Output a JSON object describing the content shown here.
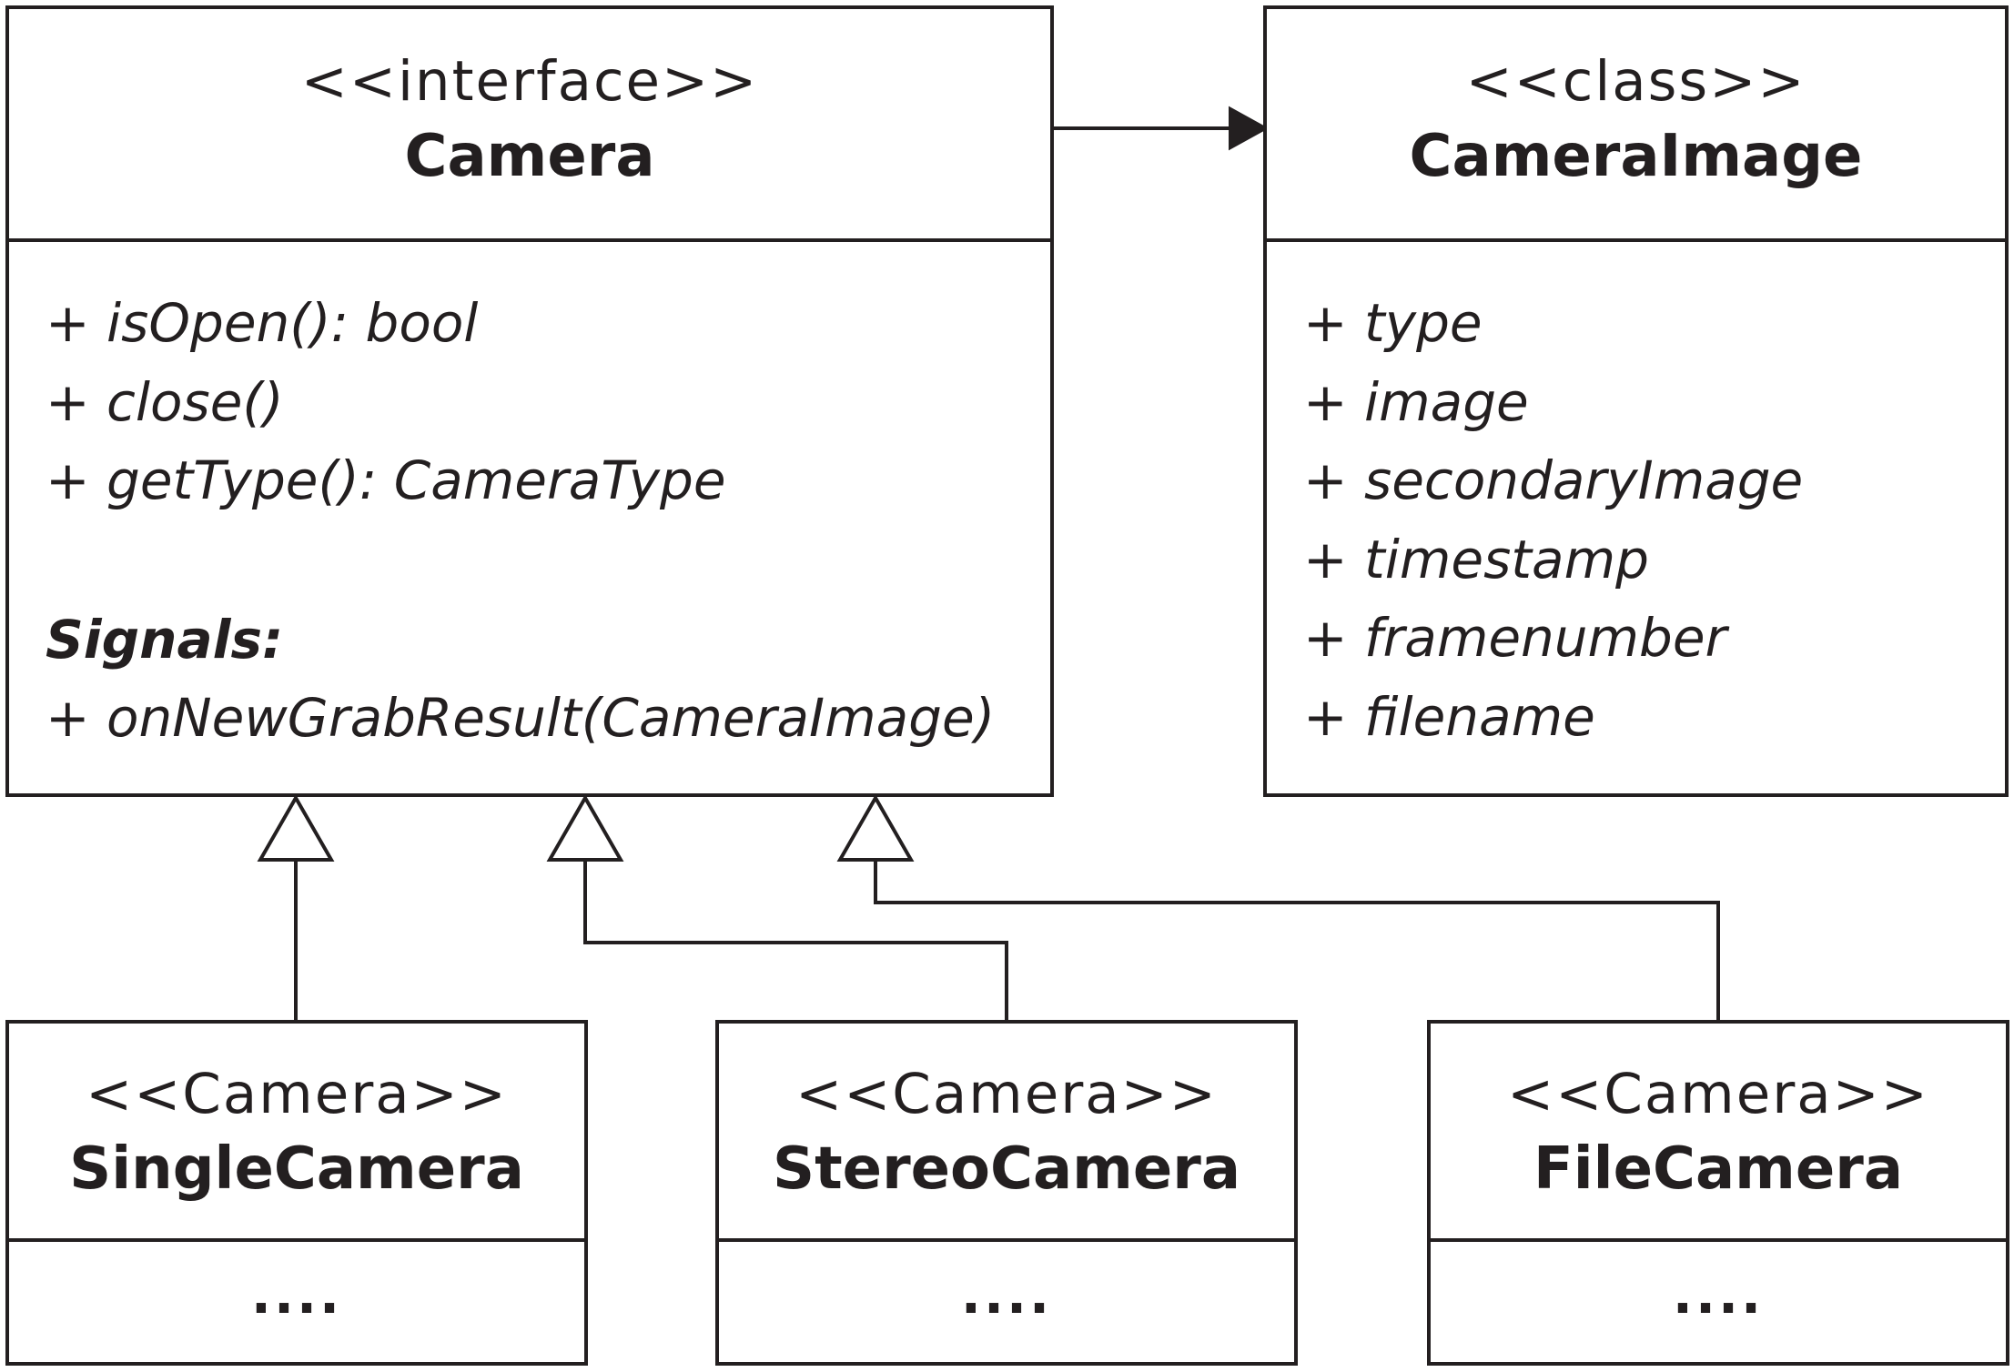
{
  "camera": {
    "stereotype": "<<interface>>",
    "name": "Camera",
    "methods": [
      "+ isOpen(): bool",
      "+ close()",
      "+ getType(): CameraType"
    ],
    "signals_label": "Signals:",
    "signals": [
      "+ onNewGrabResult(CameraImage)"
    ]
  },
  "camera_image": {
    "stereotype": "<<class>>",
    "name": "CameraImage",
    "attributes": [
      "+ type",
      "+ image",
      "+ secondaryImage",
      "+ timestamp",
      "+ framenumber",
      "+ filename"
    ]
  },
  "implementations": [
    {
      "stereotype": "<<Camera>>",
      "name": "SingleCamera",
      "body": "...."
    },
    {
      "stereotype": "<<Camera>>",
      "name": "StereoCamera",
      "body": "...."
    },
    {
      "stereotype": "<<Camera>>",
      "name": "FileCamera",
      "body": "...."
    }
  ],
  "colors": {
    "line": "#231f20",
    "background": "#ffffff"
  }
}
